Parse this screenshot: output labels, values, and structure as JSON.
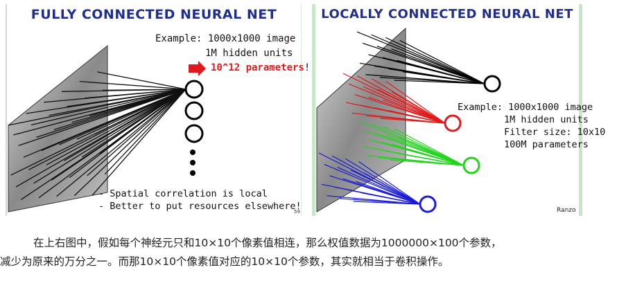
{
  "left_slide": {
    "title": "FULLY CONNECTED NEURAL NET",
    "example_label": "Example:",
    "example_image": "1000x1000 image",
    "hidden_units": "1M hidden units",
    "parameters": "10^12 parameters",
    "parameters_suffix": "!!!",
    "note_1": "- Spatial correlation is local",
    "note_2": "- Better to put resources elsewhere!",
    "page_number": "59",
    "arrow_color": "#e0191b"
  },
  "right_slide": {
    "title": "LOCALLY CONNECTED NEURAL NET",
    "example_label": "Example:",
    "example_image": "1000x1000 image",
    "hidden_units": "1M hidden units",
    "filter_size": "Filter size: 10x10",
    "parameters": "100M parameters",
    "credit": "Ranzo",
    "connection_colors": [
      "#000000",
      "#e01a1a",
      "#22d41c",
      "#1a1ad8"
    ]
  },
  "caption": {
    "line_1": "在上右图中，假如每个神经元只和10×10个像素值相连，那么权值数据为1000000×100个参数，",
    "line_2": "减少为原来的万分之一。而那10×10个像素值对应的10×10个参数，其实就相当于卷积操作。"
  }
}
